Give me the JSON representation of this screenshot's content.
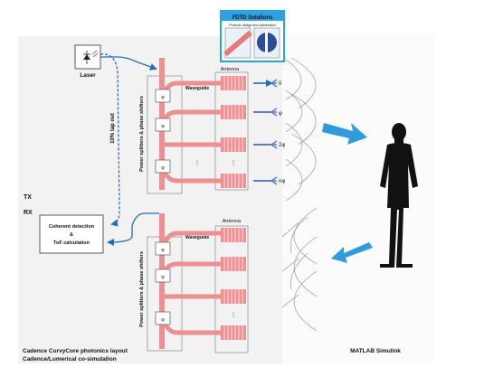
{
  "fdtd": {
    "title": "FDTD Solutions",
    "subtitle": "Photonic design and optimization"
  },
  "laser_label": "Laser",
  "tap_label": "10% tap out",
  "tx_label": "TX",
  "rx_label": "RX",
  "coherent": {
    "line1": "Coherent detection",
    "line2": "&",
    "line3": "ToF calculation"
  },
  "tx": {
    "splitter_label": "Power splitters & phase shifters",
    "waveguide_label": "Waveguide",
    "antenna_label": "Antenna",
    "phase_symbol": "φ",
    "phases": [
      "0",
      "φ",
      "2φ",
      "nφ"
    ]
  },
  "rx": {
    "splitter_label": "Power splitters & phase shifters",
    "waveguide_label": "Waveguide",
    "antenna_label": "Antenna",
    "phase_symbol": "φ"
  },
  "footer": {
    "line1": "Cadence CurvyCore photonics layout",
    "line2": "Cadence/Lumerical co-simulation"
  },
  "matlab_label": "MATLAB Simulink",
  "colors": {
    "panel": "#f2f2f2",
    "waveguide": "#ef8f8f",
    "arrow_blue": "#2e8fd8",
    "beam_blue": "#5b7fc6",
    "line_blue": "#1a6fc4",
    "fdtd_header": "#29a3e8",
    "figure": "#111111"
  }
}
